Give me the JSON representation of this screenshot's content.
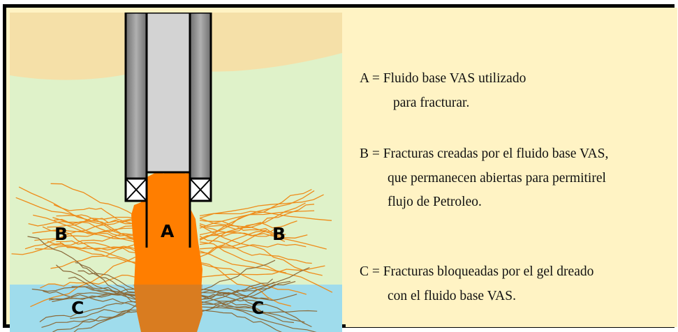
{
  "figure": {
    "zone_labels": {
      "a": "A",
      "b_left": "B",
      "b_right": "B",
      "c_left": "C",
      "c_right": "C"
    },
    "colors": {
      "top_stratum": "#f5e0a8",
      "middle_stratum": "#dff2c9",
      "bottom_stratum": "#9fdcec",
      "fluid": "#ff7e00",
      "fracture": "#ee8c1a",
      "casing_wall": "#8e8e8e",
      "tubing": "#d3d3d3",
      "legend_background": "#fff3c4"
    }
  },
  "legend": {
    "a": {
      "key": "A",
      "line1": "A = Fluido base VAS utilizado",
      "line2": "para fracturar."
    },
    "b": {
      "key": "B",
      "line1": "B = Fracturas creadas por el fluido base VAS,",
      "line2": "que permanecen abiertas para permitirel",
      "line3": "flujo de Petroleo."
    },
    "c": {
      "key": "C",
      "line1": "C = Fracturas bloqueadas por el gel dreado",
      "line2": "con el fluido base VAS."
    }
  }
}
